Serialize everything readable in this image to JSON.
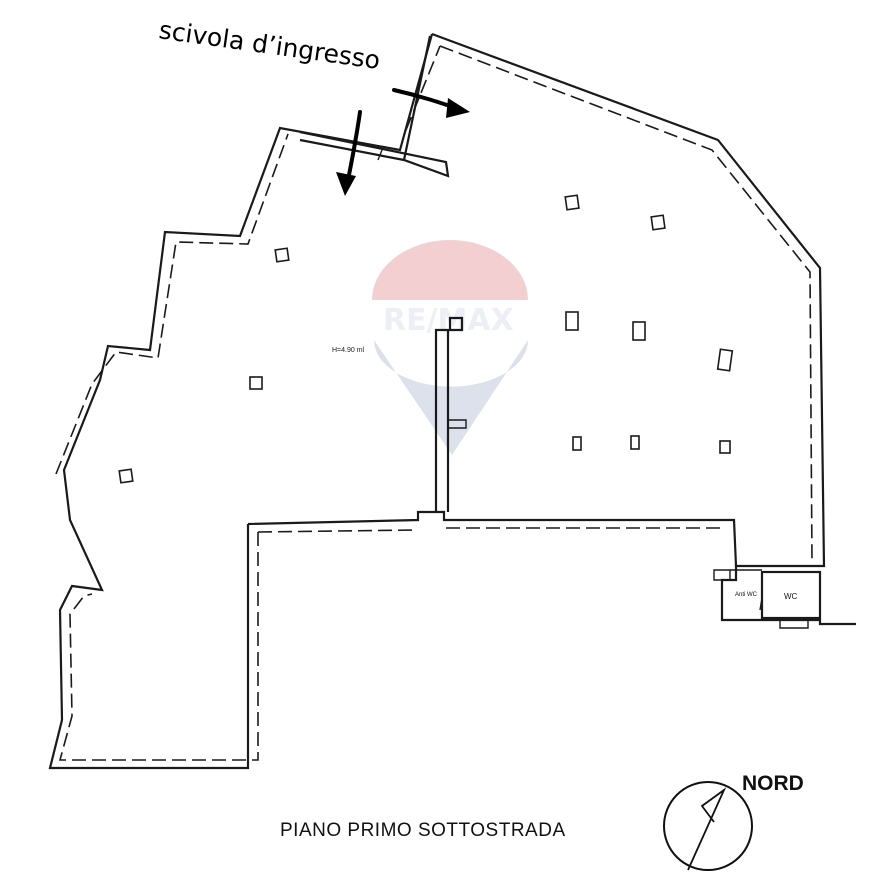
{
  "annotation": {
    "entrance_ramp": "scivola d’ingresso"
  },
  "plan": {
    "title": "PIANO PRIMO SOTTOSTRADA",
    "height_label": "H=4.90 ml",
    "rooms": {
      "antibagno": "Anti WC",
      "wc": "WC"
    }
  },
  "compass": {
    "label": "NORD"
  },
  "watermark": {
    "brand": "RE/MAX"
  },
  "colors": {
    "ink": "#1a1a1a",
    "watermark_red": "#e8a0a6",
    "watermark_blue": "#b9c3d9"
  }
}
